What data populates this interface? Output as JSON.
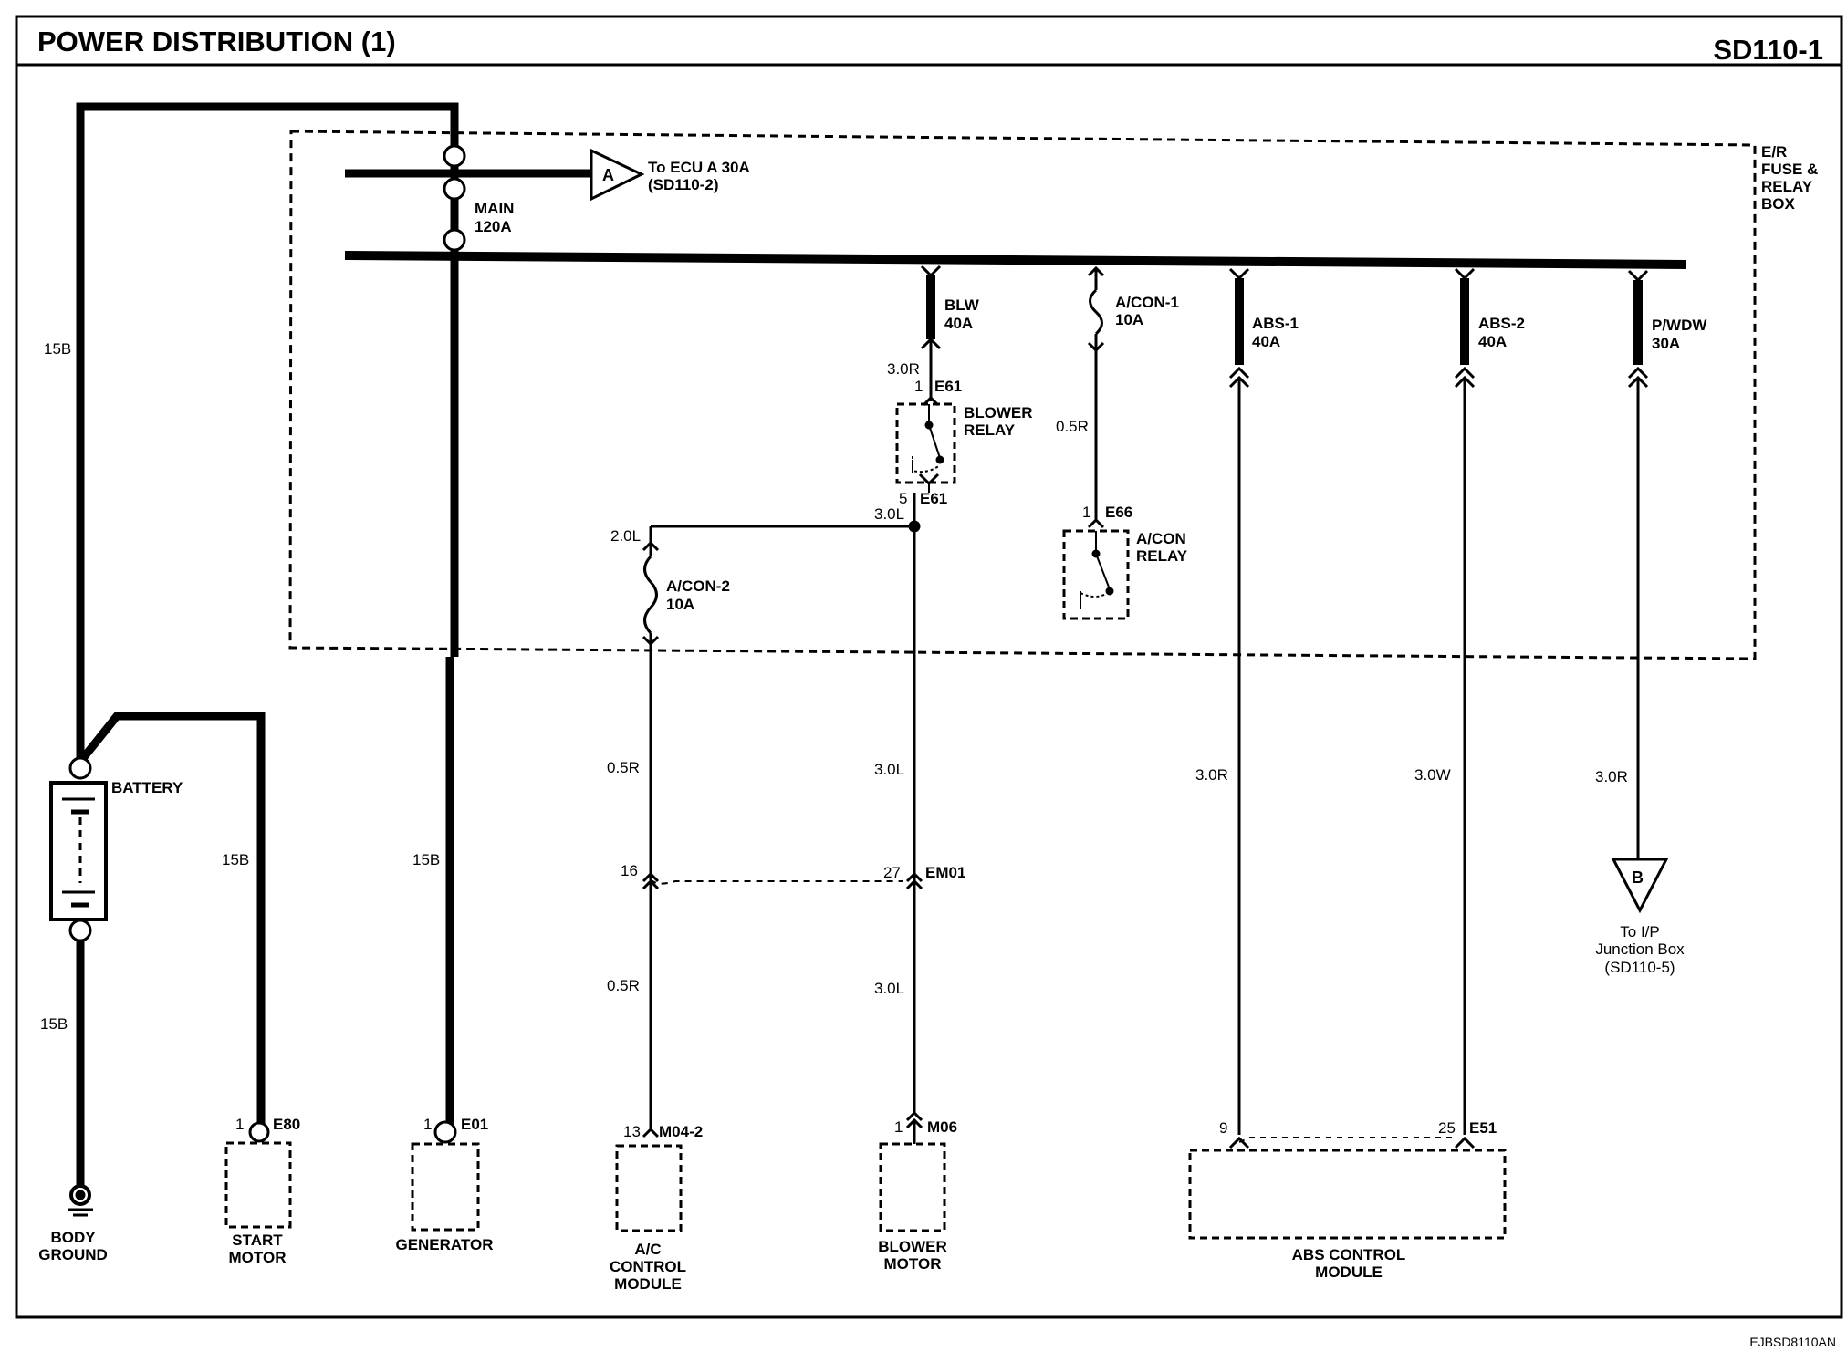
{
  "header": {
    "title": "POWER DISTRIBUTION (1)",
    "code": "SD110-1"
  },
  "footer": {
    "ref": "EJBSD8110AN"
  },
  "fuse_box_label": [
    "E/R",
    "FUSE &",
    "RELAY",
    "BOX"
  ],
  "battery": {
    "label": "BATTERY",
    "wire_top": "15B",
    "wire_bottom": "15B"
  },
  "main_fuse": [
    "MAIN",
    "120A"
  ],
  "ecu_link": {
    "letter": "A",
    "line1": "To ECU A 30A",
    "line2": "(SD110-2)"
  },
  "ijb_link": {
    "letter": "B",
    "lines": [
      "To I/P",
      "Junction Box",
      "(SD110-5)"
    ]
  },
  "fuses": {
    "blw": [
      "BLW",
      "40A"
    ],
    "acon1": [
      "A/CON-1",
      "10A"
    ],
    "acon2": [
      "A/CON-2",
      "10A"
    ],
    "abs1": [
      "ABS-1",
      "40A"
    ],
    "abs2": [
      "ABS-2",
      "40A"
    ],
    "pwdw": [
      "P/WDW",
      "30A"
    ]
  },
  "relays": {
    "blower": {
      "label": [
        "BLOWER",
        "RELAY"
      ],
      "pin_in": "1",
      "conn_in": "E61",
      "pin_out": "5",
      "conn_out": "E61"
    },
    "acon": {
      "label": [
        "A/CON",
        "RELAY"
      ],
      "pin": "1",
      "conn": "E66"
    }
  },
  "wires": {
    "body_ground_top": "15B",
    "start_motor": "15B",
    "generator": "15B",
    "blw_out": "3.0R",
    "blower_relay_out": "3.0L",
    "acon2_in": "2.0L",
    "acon1_out": "0.5R",
    "ac_upper": "0.5R",
    "ac_lower": "0.5R",
    "blower_upper": "3.0L",
    "blower_lower": "3.0L",
    "abs1": "3.0R",
    "abs2": "3.0W",
    "pwdw": "3.0R"
  },
  "connectors": {
    "em01_ac_pin": "16",
    "em01_blower_pin": "27",
    "em01": "EM01",
    "start_motor_pin": "1",
    "start_motor_conn": "E80",
    "generator_pin": "1",
    "generator_conn": "E01",
    "ac_module_pin": "13",
    "ac_module_conn": "M04-2",
    "blower_motor_pin": "1",
    "blower_motor_conn": "M06",
    "abs_pin_a": "9",
    "abs_pin_b": "25",
    "abs_conn": "E51"
  },
  "components": {
    "body_ground": [
      "BODY",
      "GROUND"
    ],
    "start_motor": [
      "START",
      "MOTOR"
    ],
    "generator": [
      "GENERATOR"
    ],
    "ac_module": [
      "A/C",
      "CONTROL",
      "MODULE"
    ],
    "blower_motor": [
      "BLOWER",
      "MOTOR"
    ],
    "abs_module": [
      "ABS CONTROL",
      "MODULE"
    ]
  }
}
